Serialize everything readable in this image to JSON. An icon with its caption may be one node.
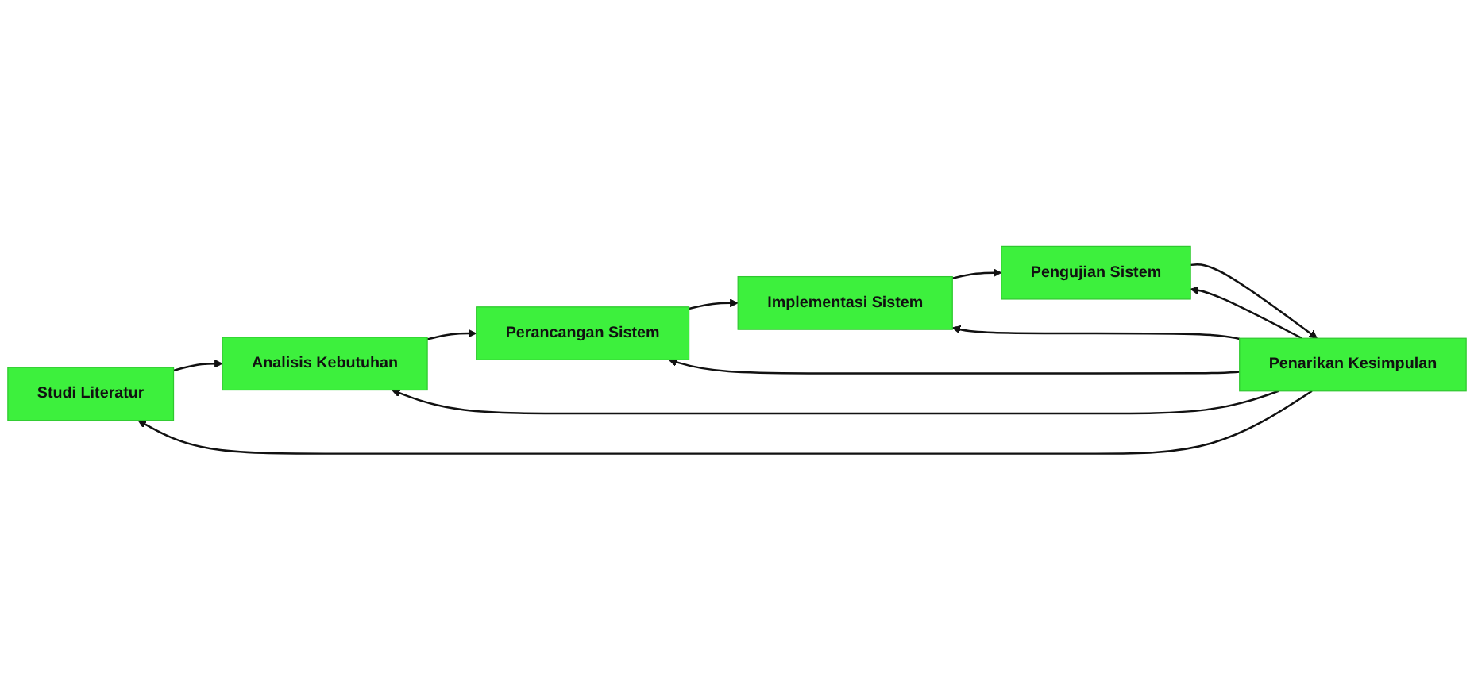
{
  "diagram": {
    "nodes": [
      {
        "text": [
          "Studi Literatur"
        ]
      },
      {
        "text": [
          "Analisis Kebutuhan"
        ]
      },
      {
        "text": [
          "Perancangan Sistem"
        ]
      },
      {
        "text": [
          "Implementasi Sistem"
        ]
      },
      {
        "text": [
          "Pengujian Sistem"
        ]
      },
      {
        "text": [
          "Penarikan Kesimpulan"
        ]
      }
    ],
    "edges": [
      {
        "from": 0,
        "to": 1,
        "arrow": "to"
      },
      {
        "from": 1,
        "to": 2,
        "arrow": "to"
      },
      {
        "from": 2,
        "to": 3,
        "arrow": "to"
      },
      {
        "from": 3,
        "to": 4,
        "arrow": "to"
      },
      {
        "from": 4,
        "to": 5,
        "arrow": "to"
      },
      {
        "from": 5,
        "to": 4,
        "arrow": "to"
      },
      {
        "from": 5,
        "to": 3,
        "arrow": "to"
      },
      {
        "from": 5,
        "to": 2,
        "arrow": "to"
      },
      {
        "from": 5,
        "to": 1,
        "arrow": "to"
      },
      {
        "from": 5,
        "to": 0,
        "arrow": "to"
      }
    ]
  }
}
